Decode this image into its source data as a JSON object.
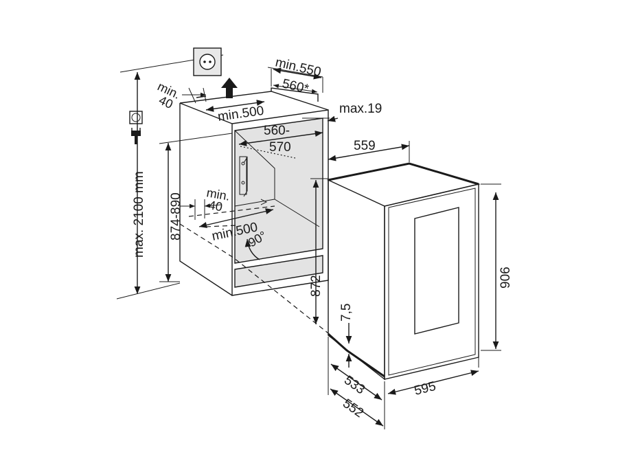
{
  "colors": {
    "line": "#1a1a1a",
    "niche_fill": "#e3e3e3",
    "bg": "#ffffff"
  },
  "icons": [
    "wall-socket-icon",
    "power-plug-icon",
    "airflow-arrow-icon"
  ],
  "labels": {
    "min550": "min.550",
    "d560star": "560*",
    "min40_top_a": "min.",
    "min40_top_b": "40",
    "min500_top": "min.500",
    "max19": "max.19",
    "d560_570_a": "560-",
    "d560_570_b": "570",
    "d559": "559",
    "min40_mid_a": "min.",
    "min40_mid_b": "40",
    "min500_mid": "min.500",
    "angle90": "90°",
    "d874_890": "874-890",
    "max2100": "max. 2100 mm",
    "d872": "872",
    "d7_5": "7,5",
    "d906": "906",
    "d533": "533",
    "d552": "552",
    "d595": "595"
  }
}
